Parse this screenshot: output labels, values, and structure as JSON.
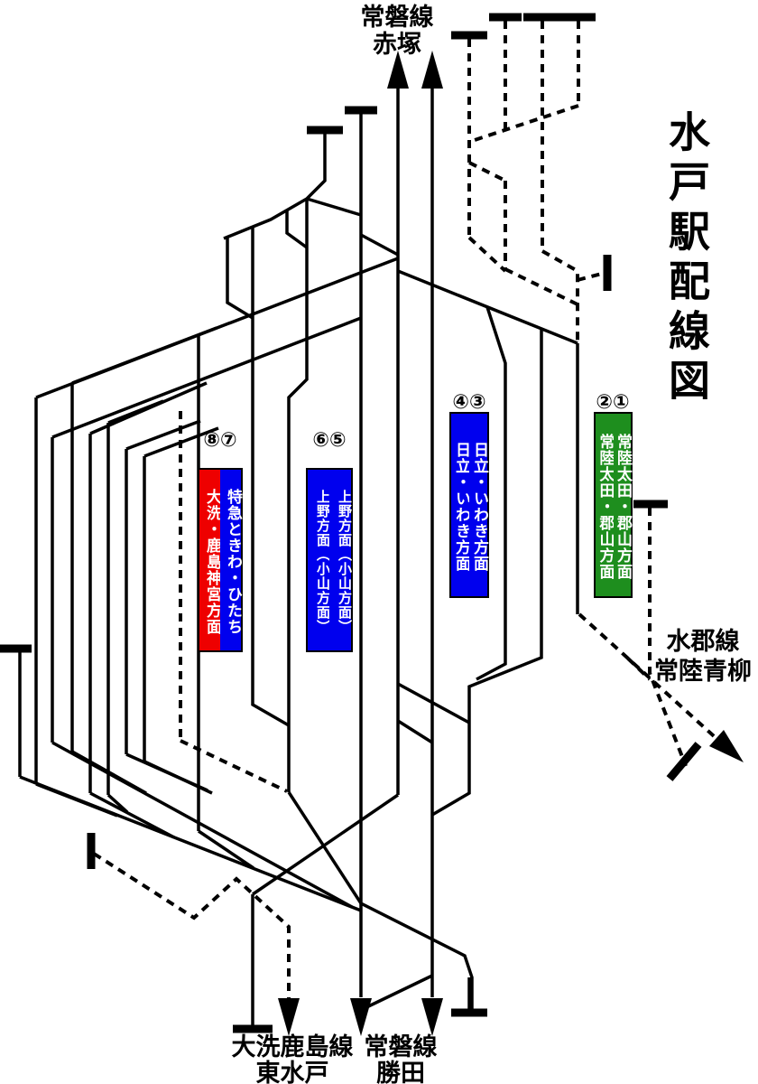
{
  "title": "水戸駅配線図",
  "colors": {
    "red": "#ee0000",
    "blue": "#0000ee",
    "green": "#1e8e1e",
    "line": "#000000"
  },
  "exits": {
    "top": {
      "line": "常磐線",
      "station": "赤塚",
      "style": "solid-up-arrows"
    },
    "bottom_left": {
      "line": "大洗鹿島線",
      "station": "東水戸",
      "style": "dashed-down-arrow"
    },
    "bottom_center": {
      "line": "常磐線",
      "station": "勝田",
      "style": "solid-down-arrows"
    },
    "right": {
      "line": "水郡線",
      "station": "常陸青柳",
      "style": "dashed-diagonal-arrow"
    }
  },
  "platforms": [
    {
      "numbers": "⑧⑦",
      "columns": [
        {
          "number": "⑧",
          "text": "大洗・鹿島神宮方面",
          "color_key": "red"
        },
        {
          "number": "⑦",
          "text": "特急ときわ・ひたち",
          "color_key": "blue"
        }
      ]
    },
    {
      "numbers": "⑥⑤",
      "columns": [
        {
          "number": "⑥",
          "text": "上野方面（小山方面）",
          "color_key": "blue"
        },
        {
          "number": "⑤",
          "text": "上野方面（小山方面）",
          "color_key": "blue"
        }
      ]
    },
    {
      "numbers": "④③",
      "columns": [
        {
          "number": "④",
          "text": "日立・いわき方面",
          "color_key": "blue"
        },
        {
          "number": "③",
          "text": "日立・いわき方面",
          "color_key": "blue"
        }
      ]
    },
    {
      "numbers": "②①",
      "columns": [
        {
          "number": "②",
          "text": "常陸太田・郡山方面",
          "color_key": "green"
        },
        {
          "number": "①",
          "text": "常陸太田・郡山方面",
          "color_key": "green"
        }
      ]
    }
  ]
}
